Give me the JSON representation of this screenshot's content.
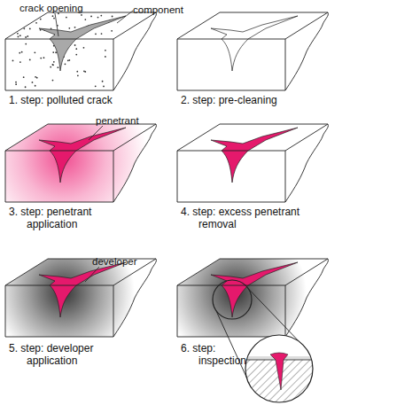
{
  "diagram": {
    "labels": [
      "crack opening",
      "component",
      "1. step: polluted crack",
      "2. step: pre-cleaning",
      "penetrant",
      "3. step: penetrant application",
      "4. step: excess penetrant removal",
      "developer",
      "5. step: developer application",
      "6. step: inspection"
    ]
  }
}
